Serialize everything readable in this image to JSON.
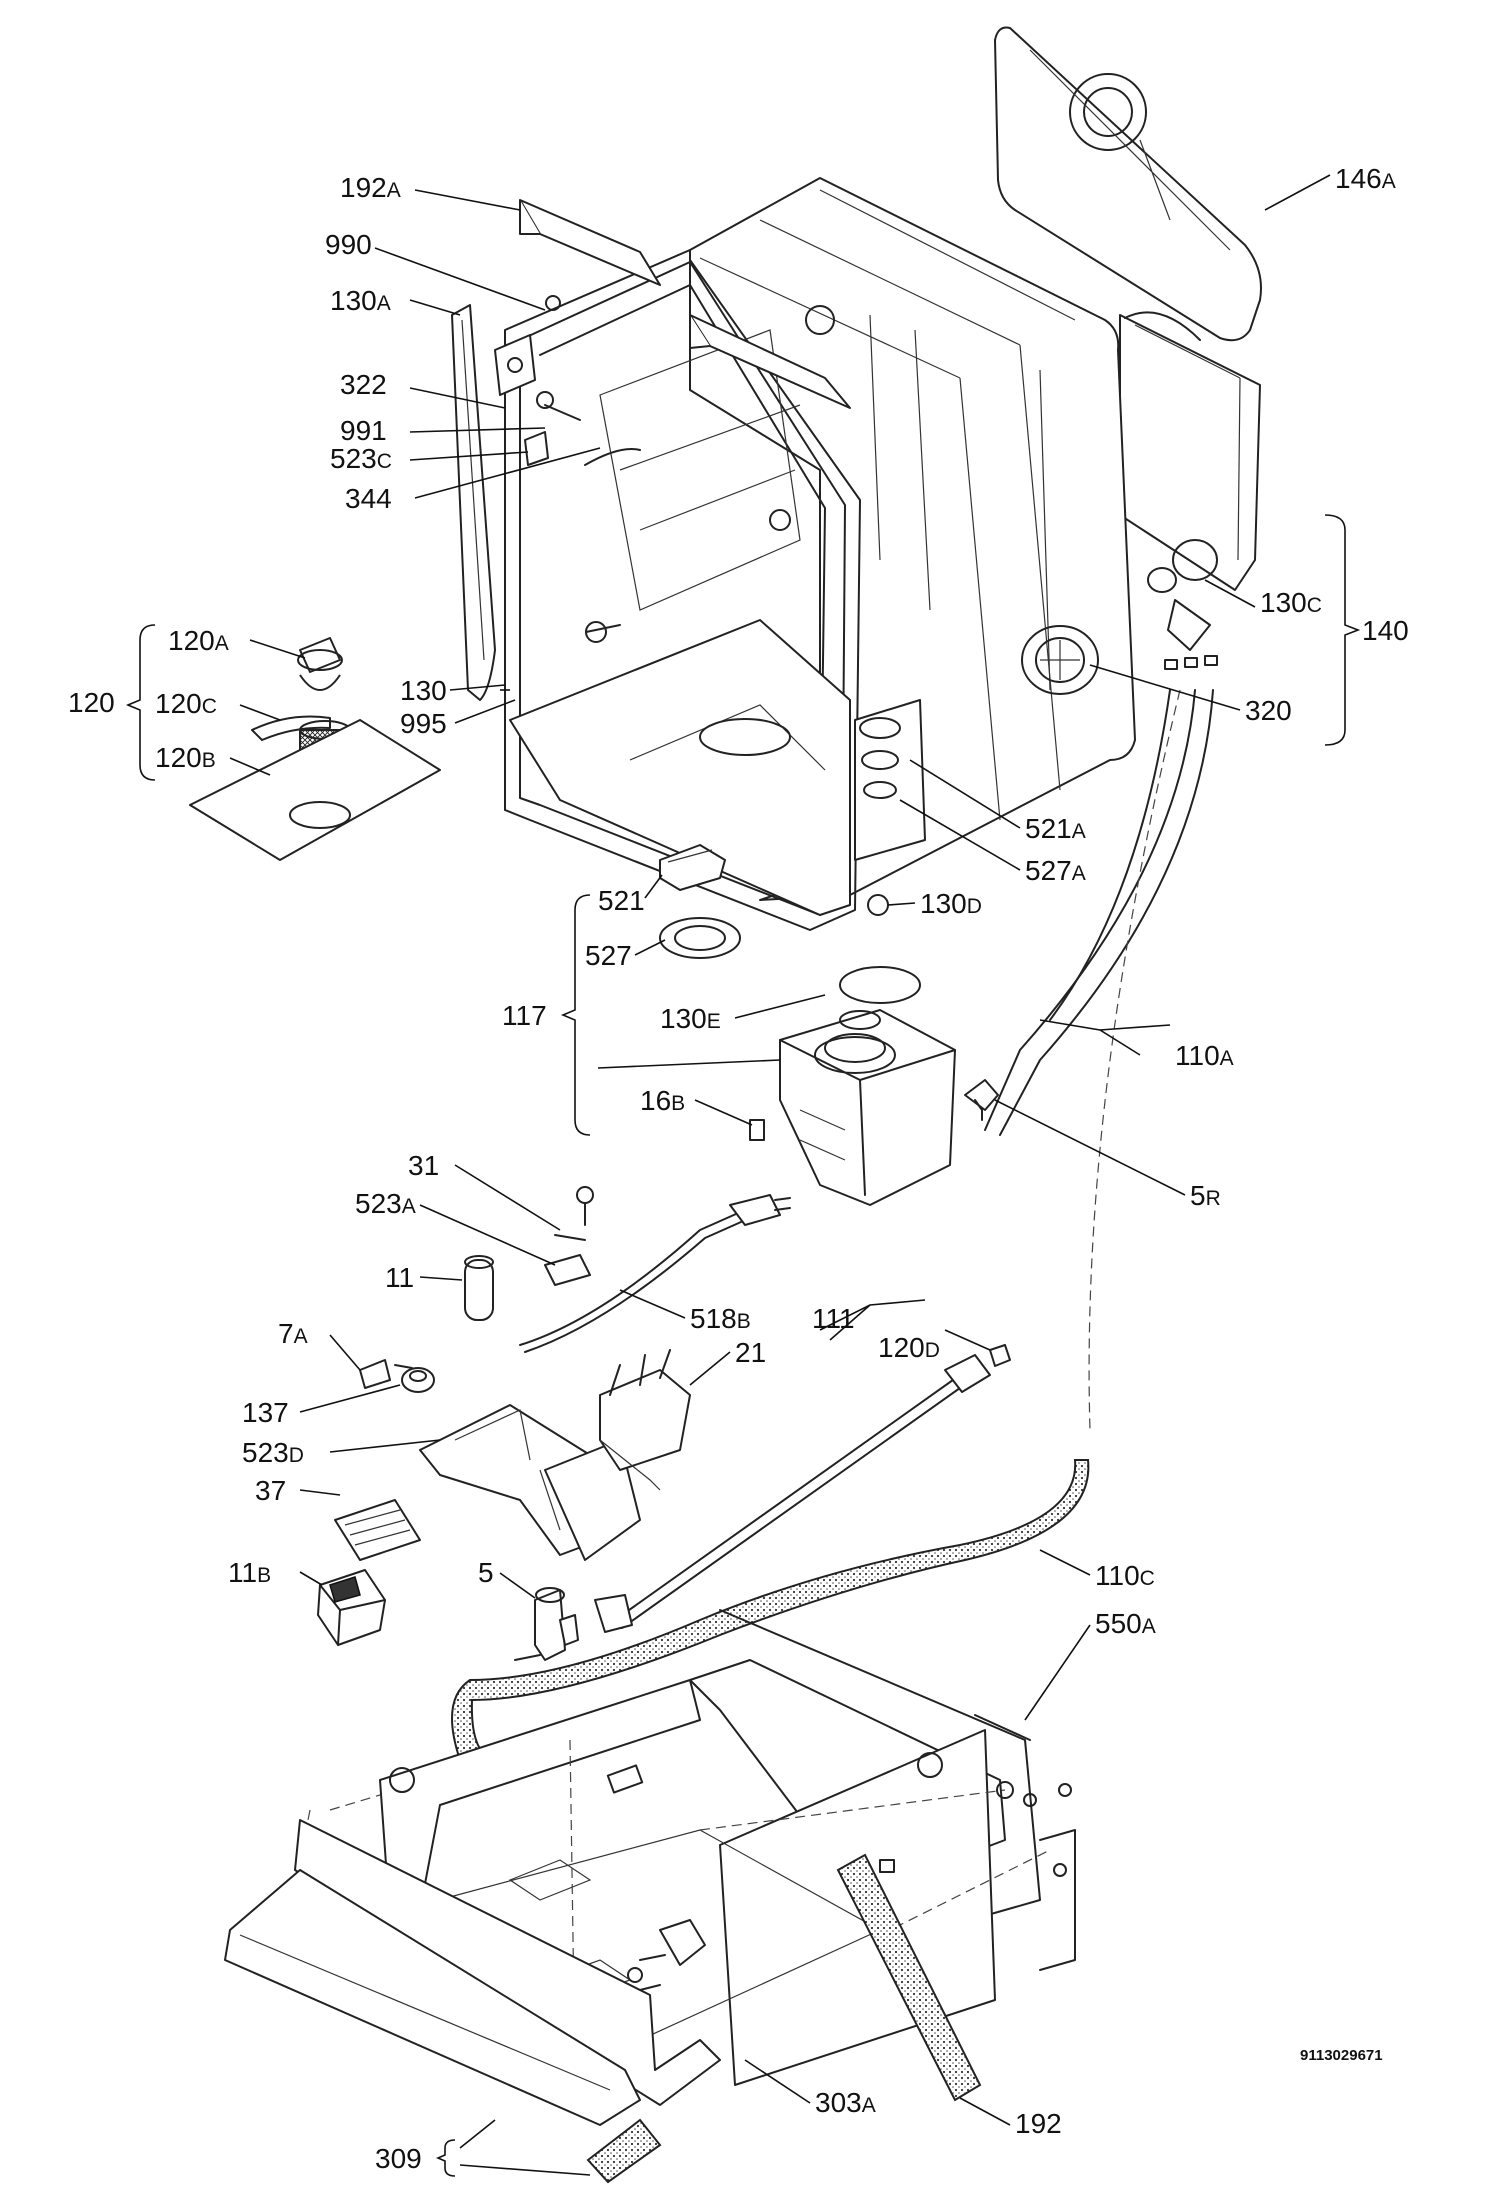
{
  "drawing": {
    "code": "9113029671"
  },
  "labels": [
    {
      "id": "192A",
      "num": "192",
      "suf": "A"
    },
    {
      "id": "990",
      "num": "990",
      "suf": ""
    },
    {
      "id": "130A",
      "num": "130",
      "suf": "A"
    },
    {
      "id": "322",
      "num": "322",
      "suf": ""
    },
    {
      "id": "991",
      "num": "991",
      "suf": ""
    },
    {
      "id": "523C",
      "num": "523",
      "suf": "C"
    },
    {
      "id": "344",
      "num": "344",
      "suf": ""
    },
    {
      "id": "120A",
      "num": "120",
      "suf": "A"
    },
    {
      "id": "120",
      "num": "120",
      "suf": ""
    },
    {
      "id": "120C",
      "num": "120",
      "suf": "C"
    },
    {
      "id": "120B",
      "num": "120",
      "suf": "B"
    },
    {
      "id": "130",
      "num": "130",
      "suf": ""
    },
    {
      "id": "995",
      "num": "995",
      "suf": ""
    },
    {
      "id": "146A",
      "num": "146",
      "suf": "A"
    },
    {
      "id": "130C",
      "num": "130",
      "suf": "C"
    },
    {
      "id": "140",
      "num": "140",
      "suf": ""
    },
    {
      "id": "320",
      "num": "320",
      "suf": ""
    },
    {
      "id": "521A",
      "num": "521",
      "suf": "A"
    },
    {
      "id": "527A",
      "num": "527",
      "suf": "A"
    },
    {
      "id": "521",
      "num": "521",
      "suf": ""
    },
    {
      "id": "130D",
      "num": "130",
      "suf": "D"
    },
    {
      "id": "527",
      "num": "527",
      "suf": ""
    },
    {
      "id": "117",
      "num": "117",
      "suf": ""
    },
    {
      "id": "130E",
      "num": "130",
      "suf": "E"
    },
    {
      "id": "110A",
      "num": "110",
      "suf": "A"
    },
    {
      "id": "16B",
      "num": "16",
      "suf": "B"
    },
    {
      "id": "5R",
      "num": "5",
      "suf": "R"
    },
    {
      "id": "31",
      "num": "31",
      "suf": ""
    },
    {
      "id": "523A",
      "num": "523",
      "suf": "A"
    },
    {
      "id": "11",
      "num": "11",
      "suf": ""
    },
    {
      "id": "518B",
      "num": "518",
      "suf": "B"
    },
    {
      "id": "111",
      "num": "111",
      "suf": ""
    },
    {
      "id": "120D",
      "num": "120",
      "suf": "D"
    },
    {
      "id": "7A",
      "num": "7",
      "suf": "A"
    },
    {
      "id": "21",
      "num": "21",
      "suf": ""
    },
    {
      "id": "137",
      "num": "137",
      "suf": ""
    },
    {
      "id": "523D",
      "num": "523",
      "suf": "D"
    },
    {
      "id": "37",
      "num": "37",
      "suf": ""
    },
    {
      "id": "11B",
      "num": "11",
      "suf": "B"
    },
    {
      "id": "5",
      "num": "5",
      "suf": ""
    },
    {
      "id": "110C",
      "num": "110",
      "suf": "C"
    },
    {
      "id": "550A",
      "num": "550",
      "suf": "A"
    },
    {
      "id": "303A",
      "num": "303",
      "suf": "A"
    },
    {
      "id": "192",
      "num": "192",
      "suf": ""
    },
    {
      "id": "309",
      "num": "309",
      "suf": ""
    }
  ]
}
